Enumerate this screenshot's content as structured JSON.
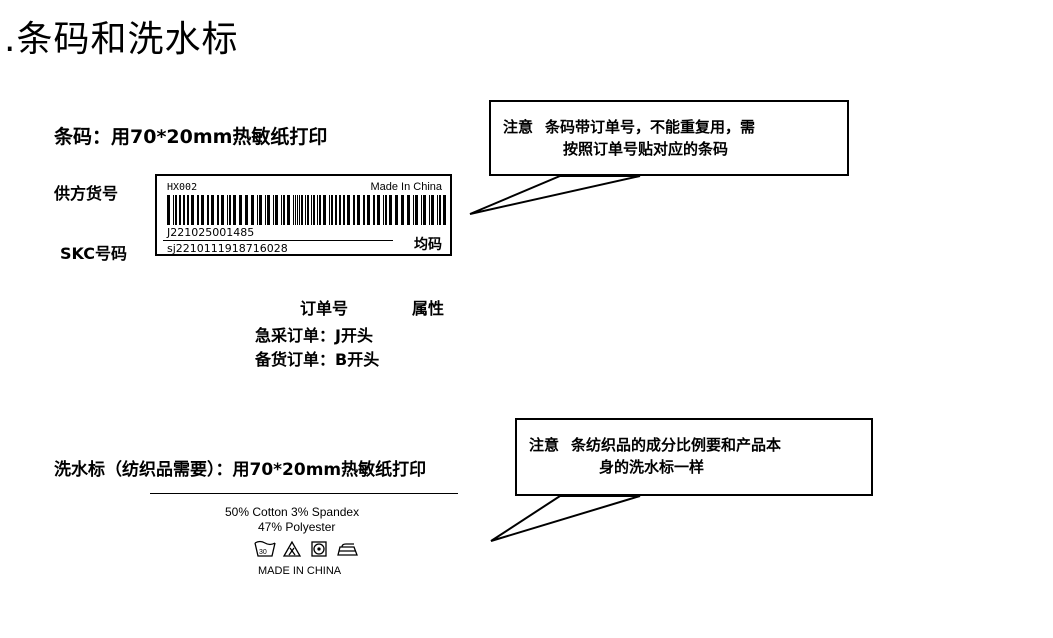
{
  "page_title": ".条码和洗水标",
  "barcode_section": {
    "heading": "条码：用70*20mm热敏纸打印",
    "supplier_label": "供方货号",
    "skc_label": "SKC号码",
    "label": {
      "supplier_code": "HX002",
      "origin": "Made In China",
      "order_code": "J221025001485",
      "skc_code": "sj2210111918716028",
      "size": "均码"
    },
    "order_no_label": "订单号",
    "attribute_label": "属性",
    "urgent_order": "急采订单：J开头",
    "stock_order": "备货订单：B开头",
    "callout": {
      "prefix": "注意",
      "line1": "条码带订单号，不能重复用，需",
      "line2": "按照订单号贴对应的条码"
    }
  },
  "wash_section": {
    "heading": "洗水标（纺织品需要）：用70*20mm热敏纸打印",
    "composition_line1": "50% Cotton  3% Spandex",
    "composition_line2": "47% Polyester",
    "care_icons": [
      "wash-30-icon",
      "bleach-triangle-icon",
      "tumble-dry-icon",
      "iron-icon"
    ],
    "made_in": "MADE IN CHINA",
    "callout": {
      "prefix": "注意",
      "line1": "条纺织品的成分比例要和产品本",
      "line2": "身的洗水标一样"
    }
  }
}
